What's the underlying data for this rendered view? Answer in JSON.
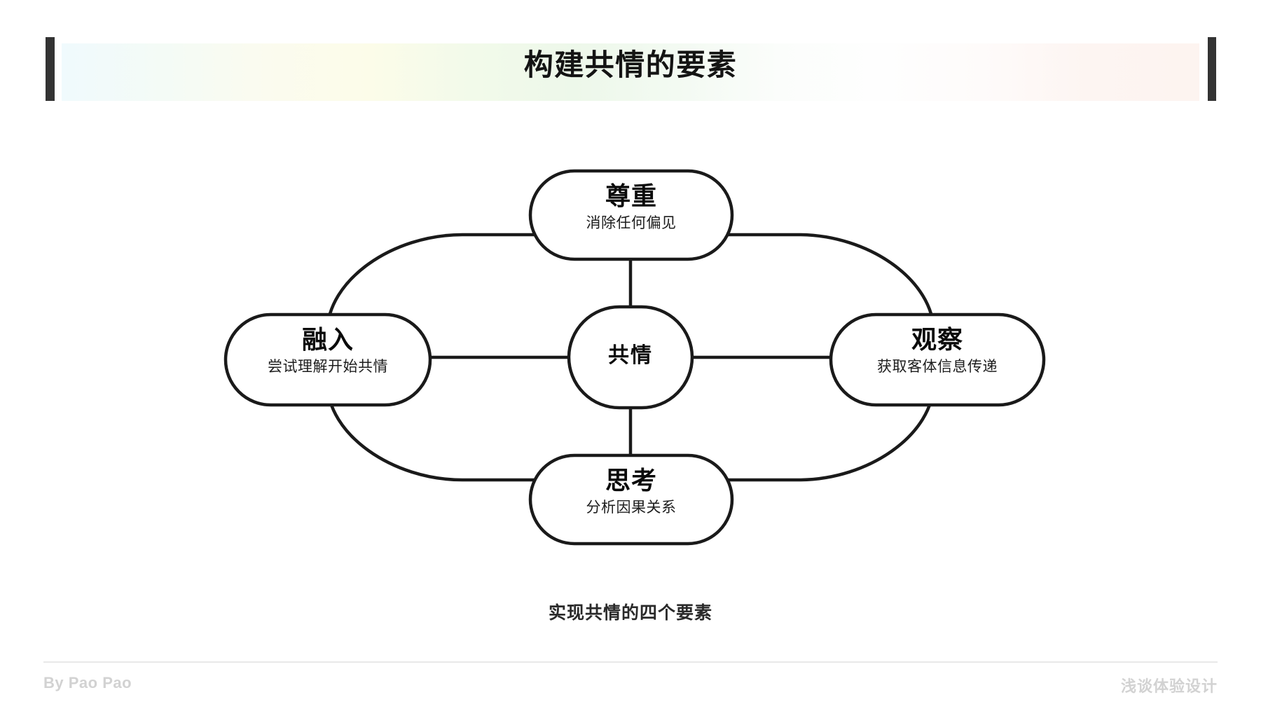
{
  "header": {
    "title": "构建共情的要素",
    "accent_bar_color": "#333333",
    "band_gradient": "pale-blue → pale-yellow → pale-green → white → pale-pink"
  },
  "diagram": {
    "type": "hub-and-spoke",
    "stroke_color": "#1a1a1a",
    "node_fill": "#ffffff",
    "center": {
      "title": "共情",
      "subtitle": ""
    },
    "nodes": [
      {
        "position": "top",
        "title": "尊重",
        "subtitle": "消除任何偏见"
      },
      {
        "position": "left",
        "title": "融入",
        "subtitle": "尝试理解开始共情"
      },
      {
        "position": "right",
        "title": "观察",
        "subtitle": "获取客体信息传递"
      },
      {
        "position": "bottom",
        "title": "思考",
        "subtitle": "分析因果关系"
      }
    ],
    "caption": "实现共情的四个要素"
  },
  "footer": {
    "left": "By Pao Pao",
    "right": "浅谈体验设计",
    "text_color": "#d2d2d2"
  }
}
